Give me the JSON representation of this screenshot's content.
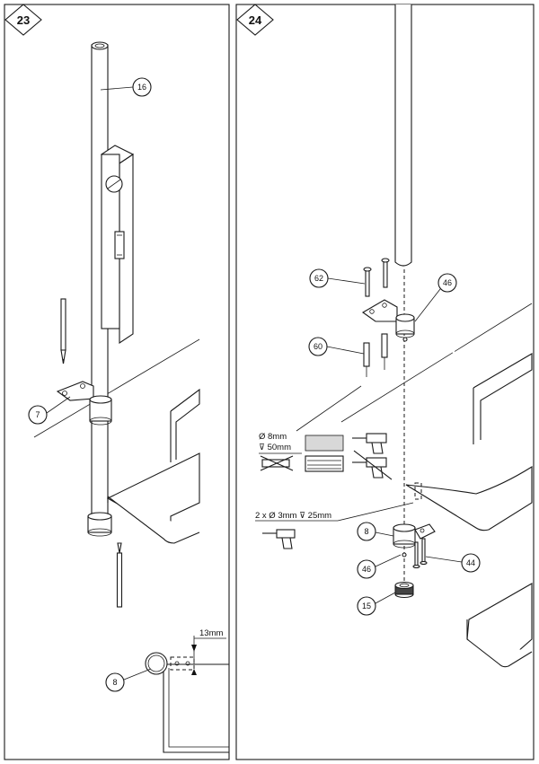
{
  "steps": [
    {
      "number": "23",
      "callouts": {
        "pole": "16",
        "bracket": "7",
        "collar": "8"
      },
      "dimension": "13mm"
    },
    {
      "number": "24",
      "callouts": {
        "screws": "62",
        "bracket_top": "46",
        "anchor": "60",
        "collar": "8",
        "bracket_bottom": "46",
        "bolts": "44",
        "foot": "15"
      },
      "drill_spec_concrete": {
        "diameter": "Ø 8mm",
        "depth": "⊽ 50mm"
      },
      "drill_spec_pilot": "2 x Ø 3mm ⊽ 25mm"
    }
  ]
}
